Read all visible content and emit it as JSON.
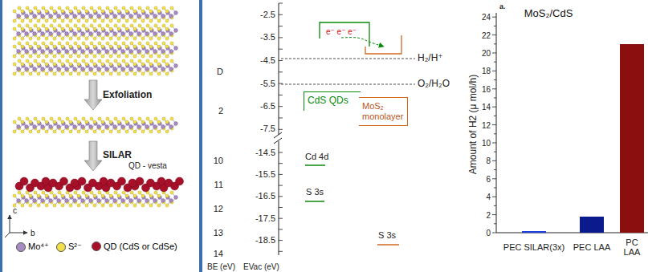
{
  "diagram": {
    "title": "MoS₂/CdS",
    "nodes": [
      {
        "text": [
          "CdS QDs"
        ]
      },
      {
        "text": [
          "MoS₂ monolayer"
        ]
      }
    ],
    "labels": [
      "Exfoliation",
      "SILAR",
      "QD - vesta",
      "c",
      "b",
      "D",
      "2",
      "10",
      "11",
      "12",
      "13",
      "14",
      "-2.5",
      "-3.5",
      "-4.5",
      "-5.5",
      "-6.5",
      "-7.5",
      "-14.5",
      "-15.5",
      "-16.5",
      "-17.5",
      "-18.5",
      "BE (eV)",
      "EVac (eV)",
      "e⁻ e⁻ e⁻",
      "H₂/H⁺",
      "O₂/H₂O",
      "Cd 4d",
      "S 3s",
      "S 3s",
      "a.",
      "Amount of H2 (μ mol/h)",
      "0",
      "2",
      "4",
      "6",
      "8",
      "10",
      "12",
      "14",
      "16",
      "18",
      "20",
      "22",
      "24",
      "PEC SILAR(3x)",
      "PEC LAA",
      "PC LAA"
    ],
    "legend": [
      {
        "text": "Mo⁴⁺",
        "color": "#a98bc4"
      },
      {
        "text": "S²⁻",
        "color": "#f0e04a"
      },
      {
        "text": "QD (CdS or CdSe)",
        "color": "#a8102a"
      }
    ]
  }
}
